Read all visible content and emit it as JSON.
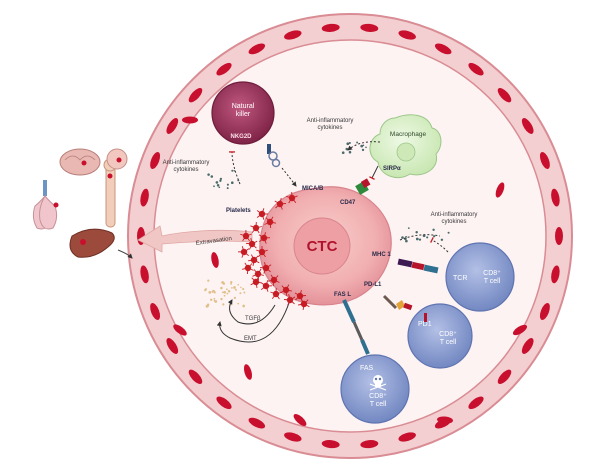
{
  "labels": {
    "ctc": "CTC",
    "natural_killer": "Natural killer",
    "nkg2d": "NKG2D",
    "mica_b": "MICA/B",
    "macrophage": "Macrophage",
    "sirpa": "SIRPα",
    "cd47": "CD47",
    "anti_inflam_left": "Anti-inflammatory cytokines",
    "anti_inflam_top": "Anti-inflammatory cytokines",
    "anti_inflam_right": "Anti-inflammatory cytokines",
    "platelets": "Platelets",
    "extravasation": "Extravasation",
    "mhc1": "MHC 1",
    "pdl1": "PD-L1",
    "fasl": "FAS L",
    "tgfb": "TGFβ",
    "emt": "EMT",
    "tcr": "TCR",
    "pd1": "PD1",
    "fas": "FAS",
    "cd8_a": "CD8⁺ T cell",
    "cd8_b": "CD8⁺ T cell",
    "cd8_c": "CD8⁺ T cell"
  },
  "colors": {
    "vessel_wall": "#f3cfd1",
    "vessel_outline": "#d98c93",
    "rbc": "#c8102e",
    "ctc": "#f4b6b5",
    "nk": "#a23c62",
    "macrophage": "#dff2d0",
    "tcell": "#8fa1d1",
    "platelet": "#c81d25"
  }
}
